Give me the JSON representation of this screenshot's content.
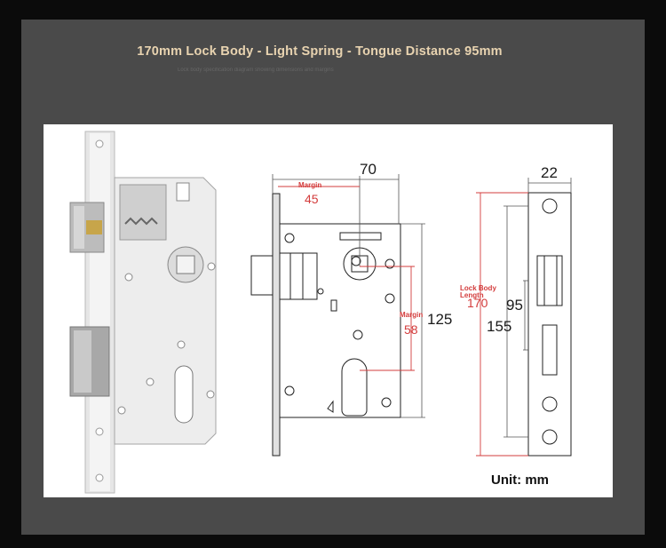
{
  "header": {
    "title": "170mm Lock Body - Light Spring - Tongue Distance 95mm",
    "subtitle": "Lock body specification diagram showing dimensions and margins"
  },
  "diagram": {
    "width_label": "70",
    "margin_label": "Margin",
    "margin_value": "45",
    "height_label": "125",
    "margin2_label": "Margin",
    "margin2_value": "58",
    "faceplate_width": "22",
    "lock_body_label": "Lock Body Length",
    "lock_body_value": "170",
    "tongue_distance": "95",
    "faceplate_height": "155"
  },
  "footer": {
    "unit_label": "Unit: mm"
  },
  "colors": {
    "background": "#0b0b0b",
    "frame": "#4a4a4a",
    "title": "#e8d3b0",
    "accent_red": "#d33c3c"
  }
}
